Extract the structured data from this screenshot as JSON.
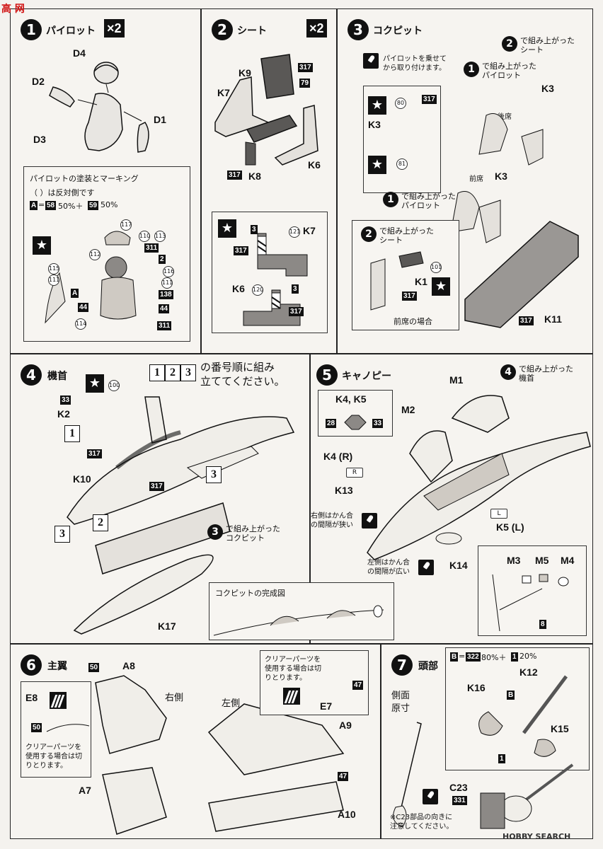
{
  "steps": {
    "s1": {
      "num": "1",
      "title": "パイロット",
      "mult": "×2",
      "parts": [
        "D4",
        "D2",
        "D1",
        "D3"
      ],
      "paint_title": "パイロットの塗装とマーキング",
      "paint_note": "（ ）は反対側です",
      "mix": {
        "code": "A",
        "eq": "=",
        "c1": "58",
        "p1": "50%＋",
        "c2": "59",
        "p2": "50%"
      },
      "callouts": [
        "117",
        "110",
        "113",
        "311",
        "112",
        "2",
        "115",
        "116",
        "111",
        "111",
        "138",
        "A",
        "44",
        "44",
        "114",
        "311"
      ]
    },
    "s2": {
      "num": "2",
      "title": "シート",
      "mult": "×2",
      "parts": [
        "K9",
        "K7",
        "K8",
        "K6"
      ],
      "callouts": [
        "317",
        "79",
        "317"
      ],
      "detail": {
        "k7": "K7",
        "k6": "K6",
        "c3a": "3",
        "c121": "121",
        "c317a": "317",
        "c120": "120",
        "c3b": "3",
        "c317b": "317"
      }
    },
    "s3": {
      "num": "3",
      "title": "コクピット",
      "note": "パイロットを乗せて\nから取り付けます。",
      "sub_seat": "で組み上がった\nシート",
      "sub_seat_n": "2",
      "sub_pilot": "で組み上がった\nパイロット",
      "sub_pilot_n": "1",
      "rear": "後席",
      "front": "前席",
      "parts": [
        "K3",
        "K3",
        "K3",
        "K11"
      ],
      "detail": {
        "c80": "80",
        "c317": "317",
        "k3": "K3",
        "c81": "81"
      },
      "sub_pilot2": "で組み上がった\nパイロット",
      "sub_pilot2_n": "1",
      "sub_seat2": "で組み上がった\nシート",
      "sub_seat2_n": "2",
      "k1": "K1",
      "c317b": "317",
      "c101": "101",
      "front_case": "前席の場合",
      "c317c": "317"
    },
    "s4": {
      "num": "4",
      "title": "機首",
      "order_boxes": [
        "1",
        "2",
        "3"
      ],
      "order_text": "の番号順に組み\n立ててください。",
      "c33": "33",
      "k2": "K2",
      "c100": "100",
      "b1": "1",
      "c317a": "317",
      "k10": "K10",
      "c317b": "317",
      "b3a": "3",
      "b2": "2",
      "b3b": "3",
      "sub": "で組み上がった\nコクピット",
      "sub_n": "3",
      "k17": "K17"
    },
    "s5": {
      "num": "5",
      "title": "キャノピー",
      "box_title": "K4, K5",
      "c28": "28",
      "c33": "33",
      "m1": "M1",
      "m2": "M2",
      "sub": "で組み上がった\n機首",
      "sub_n": "4",
      "k4": "K4 (R)",
      "r": "R",
      "k13": "K13",
      "note_r": "右側はかん合\nの間隔が狭い",
      "note_l": "左側はかん合\nの間隔が広い",
      "k5": "K5 (L)",
      "l": "L",
      "k14": "K14",
      "m3": "M3",
      "m5": "M5",
      "m4": "M4",
      "c8": "8"
    },
    "s45": {
      "completion": "コクピットの完成図"
    },
    "s6": {
      "num": "6",
      "title": "主翼",
      "c50a": "50",
      "a8": "A8",
      "right": "右側",
      "left": "左側",
      "e8": "E8",
      "c50b": "50",
      "clear_note": "クリアーパーツを\n使用する場合は切\nりとります。",
      "clear_note2": "クリアーパーツを\n使用する場合は切\nりとります。",
      "c47a": "47",
      "e7": "E7",
      "a9": "A9",
      "c47b": "47",
      "a7": "A7",
      "a10": "A10"
    },
    "s7": {
      "num": "7",
      "title": "頭部",
      "side": "側面\n原寸",
      "mix": {
        "code": "B",
        "eq": "=",
        "c1": "322",
        "p1": "80%＋",
        "c2": "1",
        "p2": "20%"
      },
      "k12": "K12",
      "k16": "K16",
      "b": "B",
      "k15": "K15",
      "c1": "1",
      "c23": "C23",
      "c331": "331",
      "note": "※C23部品の向きに\n注意してください。"
    }
  },
  "watermark_tl": "高 网",
  "watermark_br": "HOBBY SEARCH",
  "colors": {
    "ink": "#111111",
    "paper": "#f6f4f0",
    "part": "#d9d6d0",
    "dark": "#5a5856",
    "red": "#d01010"
  }
}
